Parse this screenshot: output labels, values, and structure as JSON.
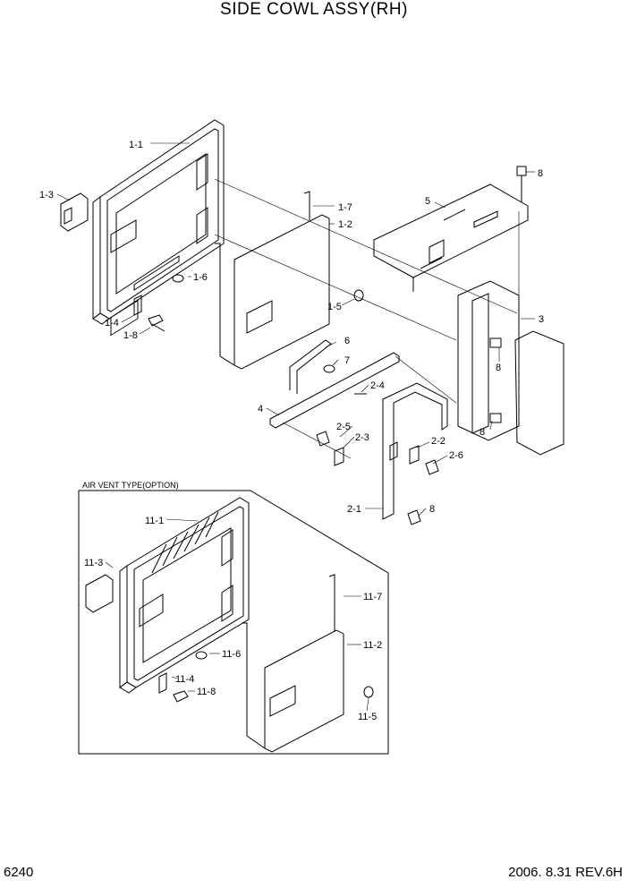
{
  "page": {
    "title": "SIDE COWL ASSY(RH)",
    "page_number": "6240",
    "revision": "2006. 8.31  REV.6H"
  },
  "option_box": {
    "title": "AIR VENT TYPE(OPTION)"
  },
  "callouts": {
    "c1_1": "1-1",
    "c1_2": "1-2",
    "c1_3": "1-3",
    "c1_4": "1-4",
    "c1_5": "1-5",
    "c1_6": "1-6",
    "c1_7": "1-7",
    "c1_8": "1-8",
    "c2_1": "2-1",
    "c2_2": "2-2",
    "c2_3": "2-3",
    "c2_4": "2-4",
    "c2_5": "2-5",
    "c2_6": "2-6",
    "c3": "3",
    "c4": "4",
    "c5": "5",
    "c6": "6",
    "c7": "7",
    "c8a": "8",
    "c8b": "8",
    "c8c": "8",
    "c8d": "8",
    "c11_1": "11-1",
    "c11_2": "11-2",
    "c11_3": "11-3",
    "c11_4": "11-4",
    "c11_5": "11-5",
    "c11_6": "11-6",
    "c11_7": "11-7",
    "c11_8": "11-8"
  }
}
